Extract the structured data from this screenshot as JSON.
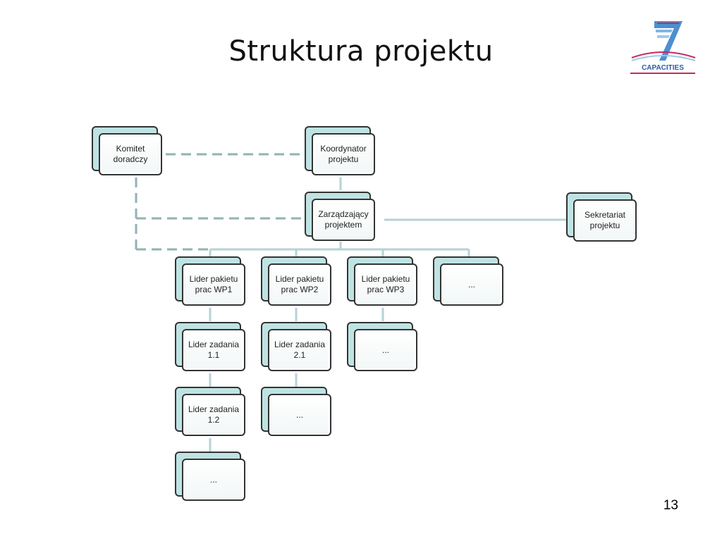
{
  "title": "Struktura projektu",
  "page_number": "13",
  "logo": {
    "text": "CAPACITIES",
    "icon": "fp7-logo"
  },
  "nodes": {
    "advisory": "Komitet doradczy",
    "coordinator": "Koordynator projektu",
    "manager": "Zarządzający projektem",
    "secretariat": "Sekretariat projektu",
    "wp1": "Lider pakietu prac WP1",
    "wp2": "Lider pakietu prac WP2",
    "wp3": "Lider pakietu prac WP3",
    "wp_more": "...",
    "task11": "Lider zadania 1.1",
    "task12": "Lider zadania 1.2",
    "task1_more": "...",
    "task21": "Lider zadania 2.1",
    "task2_more": "...",
    "task3_more": "..."
  }
}
